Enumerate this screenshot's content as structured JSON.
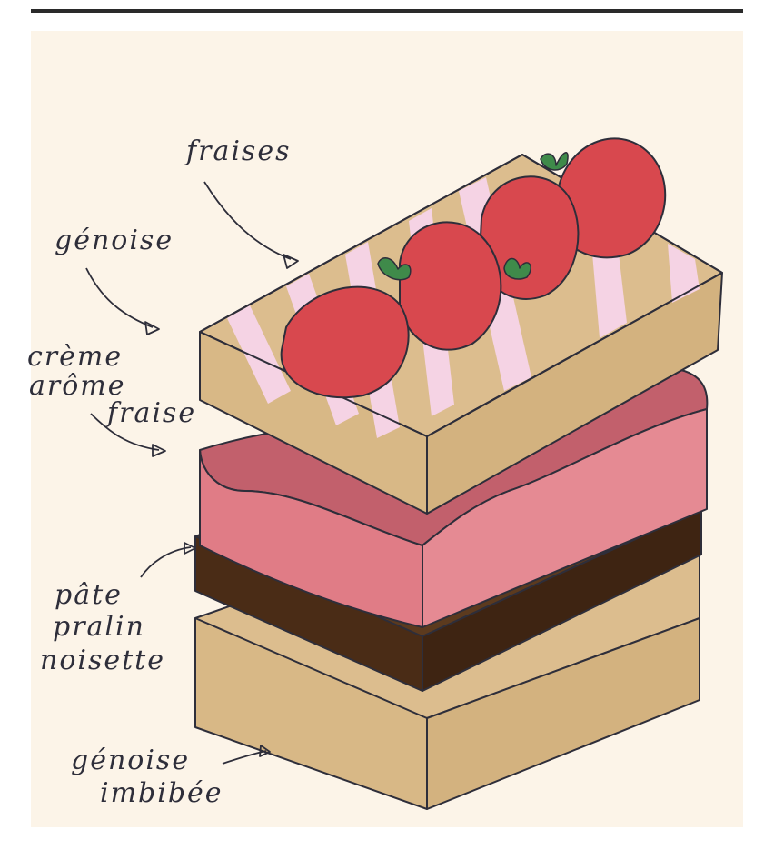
{
  "labels": {
    "fraises": "fraises",
    "genoise_top": "génoise",
    "creme_line1": "crème",
    "creme_line2": "arôme",
    "creme_line3": "fraise",
    "pate_line1": "pâte",
    "pate_line2": "pralin",
    "pate_line3": "noisette",
    "genoise_bottom_line1": "génoise",
    "genoise_bottom_line2": "imbibée"
  },
  "colors": {
    "paper": "#fcf4e8",
    "sponge": "#dcbd8e",
    "sponge_side": "#d3b27f",
    "stripe_pink": "#f5d3e4",
    "strawberry": "#d8484e",
    "leaf": "#3f8a4a",
    "cream": "#e07c86",
    "cream_top": "#c2606c",
    "praline": "#5c3a1e",
    "praline_dark": "#3e2412",
    "ink": "#2e2e3a"
  }
}
